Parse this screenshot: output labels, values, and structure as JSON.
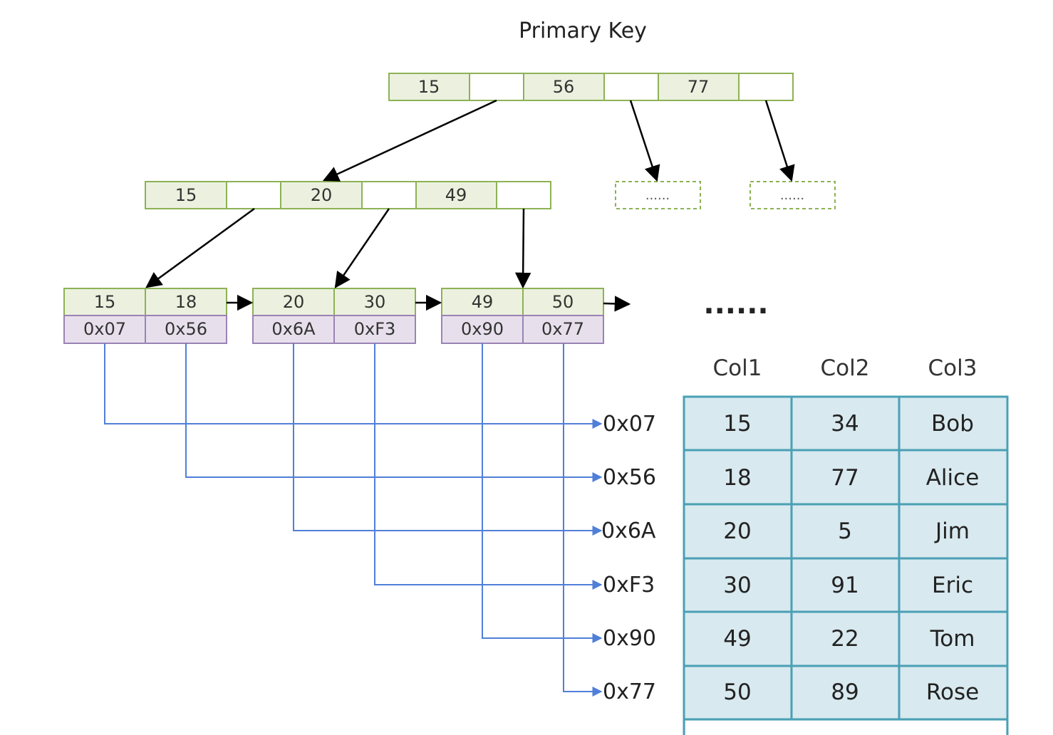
{
  "title": "Primary Key",
  "root_node": {
    "keys": [
      "15",
      "56",
      "77"
    ],
    "children": [
      {
        "placeholder": "......"
      },
      {
        "placeholder": "......"
      }
    ]
  },
  "internal_node": {
    "keys": [
      "15",
      "20",
      "49"
    ]
  },
  "leaf_nodes": [
    {
      "keys": [
        "15",
        "18"
      ],
      "addresses": [
        "0x07",
        "0x56"
      ]
    },
    {
      "keys": [
        "20",
        "30"
      ],
      "addresses": [
        "0x6A",
        "0xF3"
      ]
    },
    {
      "keys": [
        "49",
        "50"
      ],
      "addresses": [
        "0x90",
        "0x77"
      ]
    }
  ],
  "continuation": "......",
  "row_pointers": [
    "0x07",
    "0x56",
    "0x6A",
    "0xF3",
    "0x90",
    "0x77"
  ],
  "table": {
    "columns": [
      "Col1",
      "Col2",
      "Col3"
    ],
    "rows": [
      [
        "15",
        "34",
        "Bob"
      ],
      [
        "18",
        "77",
        "Alice"
      ],
      [
        "20",
        "5",
        "Jim"
      ],
      [
        "30",
        "91",
        "Eric"
      ],
      [
        "49",
        "22",
        "Tom"
      ],
      [
        "50",
        "89",
        "Rose"
      ]
    ]
  },
  "colors": {
    "key_fill": "#ebf1de",
    "key_stroke": "#8db255",
    "addr_fill": "#e7e0ec",
    "addr_stroke": "#9b82b4",
    "pointer_line": "#4f7fd8",
    "table_fill": "#d8e9ef",
    "table_stroke": "#4aa0b4",
    "arrow": "#000000"
  }
}
